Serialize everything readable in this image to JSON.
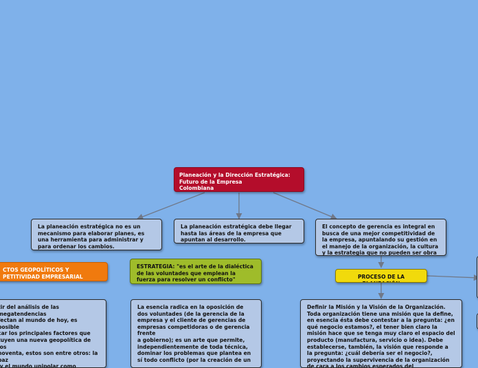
{
  "nodes": {
    "root": "Planeación y la Dirección Estratégica:\nFuturo de la Empresa\nColombiana",
    "concept_1": "La planeación estratégica no es un mecanismo para elaborar planes, es una herramienta para administrar y para ordenar los cambios.",
    "concept_2": "La planeación estratégica debe llegar hasta las áreas de la empresa que apuntan al desarrollo.",
    "concept_3": "El concepto de gerencia es integral en busca de una mejor competitividad de la empresa, apuntalando su gestión en el manejo de la organización, la cultura y la estrategia que no pueden ser obra exclusiva de un gerente.",
    "geopolitical_title": "CTOS GEOPOLÍTICOS Y\nPETITIVIDAD EMPRESARIAL",
    "strategy_title": "ESTRATEGIA: \"es el arte de la dialéctica de las voluntades que emplean la fuerza para resolver un conflicto\"",
    "planning_process": "PROCESO DE LA PLANEACIÓN",
    "geopolitical_body": "tir del análisis de las megatendencias\nfectan al mundo de hoy, es posible\ncar los principales factores que\ntuyen una nueva geopolítica de los\nnoventa, estos son entre otros: la paz\n y el mundo unipolar como\ncuencia de la terminación de la\na fría, la necesidad de un desarrollo\nible como defensa del medio",
    "strategy_body": "La esencia radica en la oposición de dos voluntades (de la gerencia de la empresa y el cliente de gerencias de empresas competidoras o de gerencia frente\na gobierno); es un arte que permite, independientemente de toda técnica, dominar los problemas que plantea en sí todo conflicto (por la creación de un",
    "mission_vision": "Definir la Misión y la Visión de la Organización. Toda organización tiene una misión que la define, en esencia ésta debe contestar a la pregunta: ¿en qué negocio estamos?, el tener bien claro la misión hace que se tenga muy claro el espacio del producto (manufactura, servicio o idea). Debe establecerse, también, la visión que responde a la pregunta: ¿cuál debería ser el negocio?, proyectando la supervivencia de la organización de cara a los cambios esperados del"
  },
  "colors": {
    "background": "#7fb1ea",
    "root": "#b40d2b",
    "concept": "#b4c8e6",
    "orange": "#f07a0e",
    "green": "#9fbc2a",
    "yellow": "#f1da0c",
    "connector": "#707888"
  }
}
